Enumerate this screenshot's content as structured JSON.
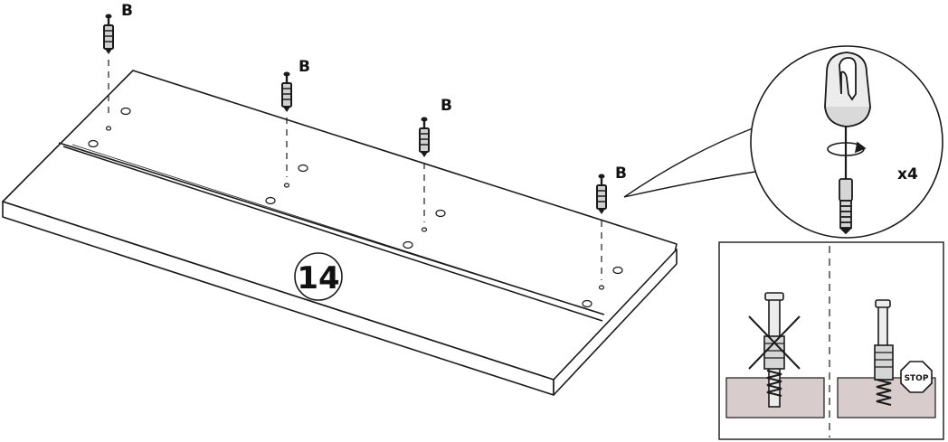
{
  "diagram": {
    "part_label": "B",
    "step_number": "14",
    "quantity": "x4",
    "stop_sign": "STOP",
    "labels": [
      "B",
      "B",
      "B",
      "B"
    ]
  },
  "colors": {
    "line": "#1a1a1a",
    "board_fill": "#ffffff",
    "substrate_fill": "#d9cccc",
    "fastener_fill": "#e6e6e6"
  },
  "icons": [
    "dowel-fastener-icon",
    "cross-out-icon",
    "stop-sign-icon",
    "rotate-arrow-icon"
  ]
}
